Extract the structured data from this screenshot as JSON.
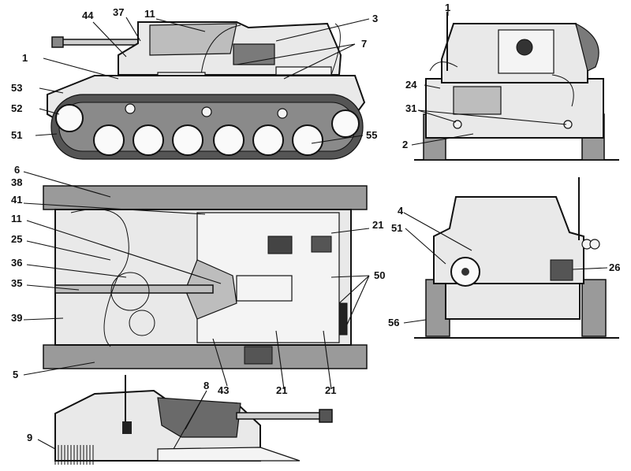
{
  "callouts": {
    "side_view": [
      "44",
      "37",
      "11",
      "3",
      "7",
      "1",
      "53",
      "52",
      "51",
      "55"
    ],
    "rear_view": [
      "1",
      "24",
      "31",
      "2"
    ],
    "top_view": [
      "6",
      "38",
      "41",
      "11",
      "25",
      "36",
      "35",
      "39",
      "5",
      "43",
      "21",
      "21",
      "21",
      "50"
    ],
    "front_view": [
      "4",
      "51",
      "26",
      "56"
    ],
    "bottom_view": [
      "8",
      "9"
    ]
  },
  "colors": {
    "line": "#111111",
    "hull_fill": "#e9e9e9",
    "track_fill": "#555555",
    "fender_fill": "#9a9a9a",
    "background": "#ffffff"
  }
}
